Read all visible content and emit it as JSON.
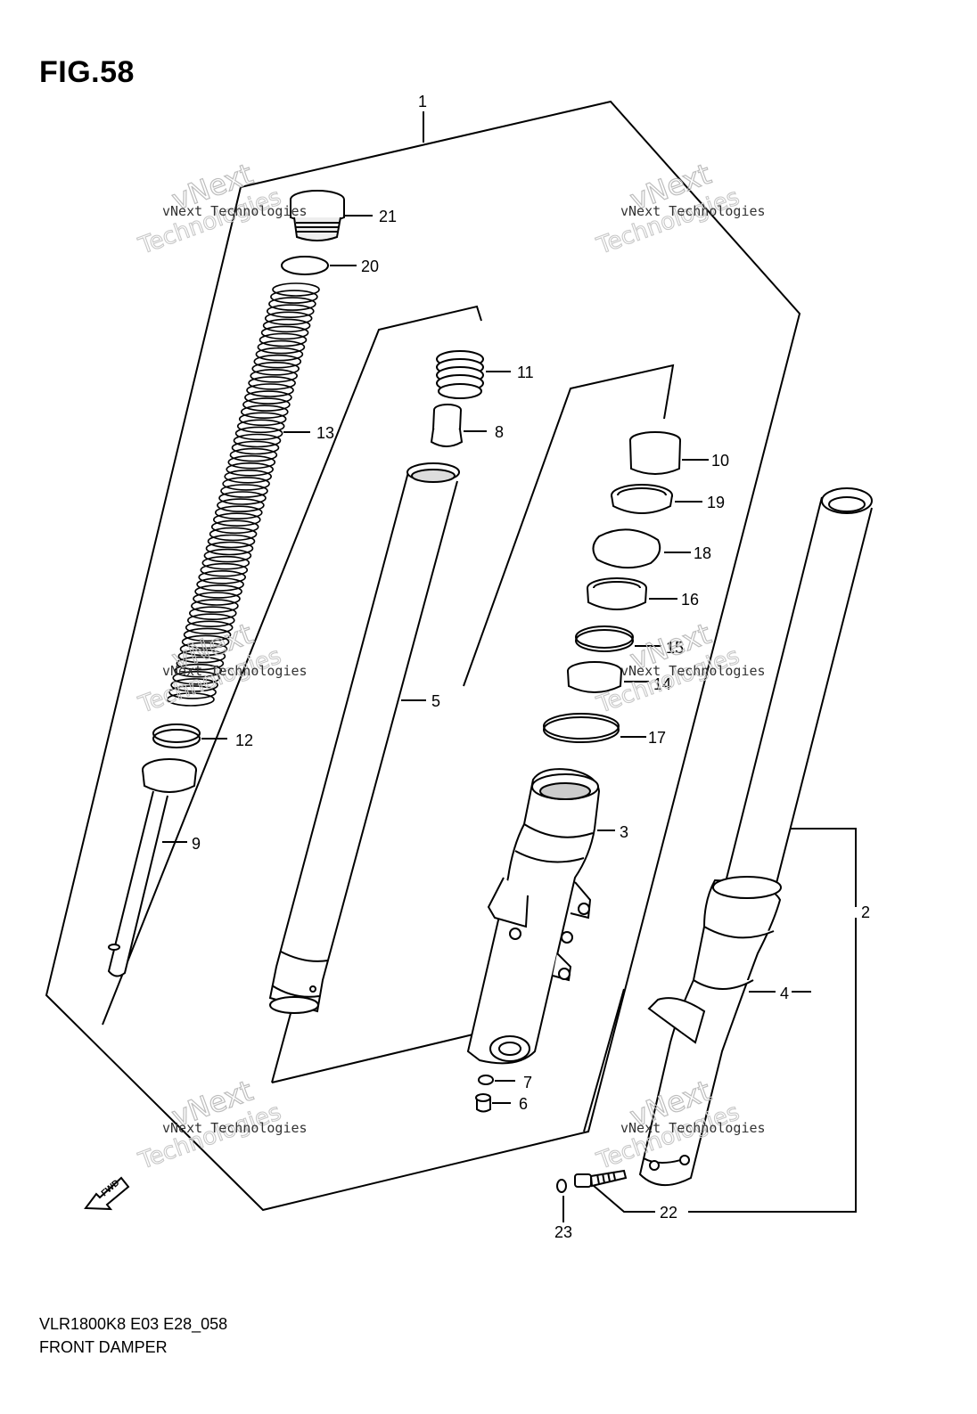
{
  "figure": {
    "title": "FIG.58"
  },
  "callouts": {
    "c1": "1",
    "c2": "2",
    "c3": "3",
    "c4": "4",
    "c5": "5",
    "c6": "6",
    "c7": "7",
    "c8": "8",
    "c9": "9",
    "c10": "10",
    "c11": "11",
    "c12": "12",
    "c13": "13",
    "c14": "14",
    "c15": "15",
    "c16": "16",
    "c17": "17",
    "c18": "18",
    "c19": "19",
    "c20": "20",
    "c21": "21",
    "c22": "22",
    "c23": "23"
  },
  "watermark": {
    "line1": "vNext Technologies",
    "line2": "vNext",
    "line3": "Technologies"
  },
  "fwd_label": "FWD",
  "footer": {
    "model_code": "VLR1800K8 E03 E28_058",
    "description": "FRONT DAMPER"
  }
}
